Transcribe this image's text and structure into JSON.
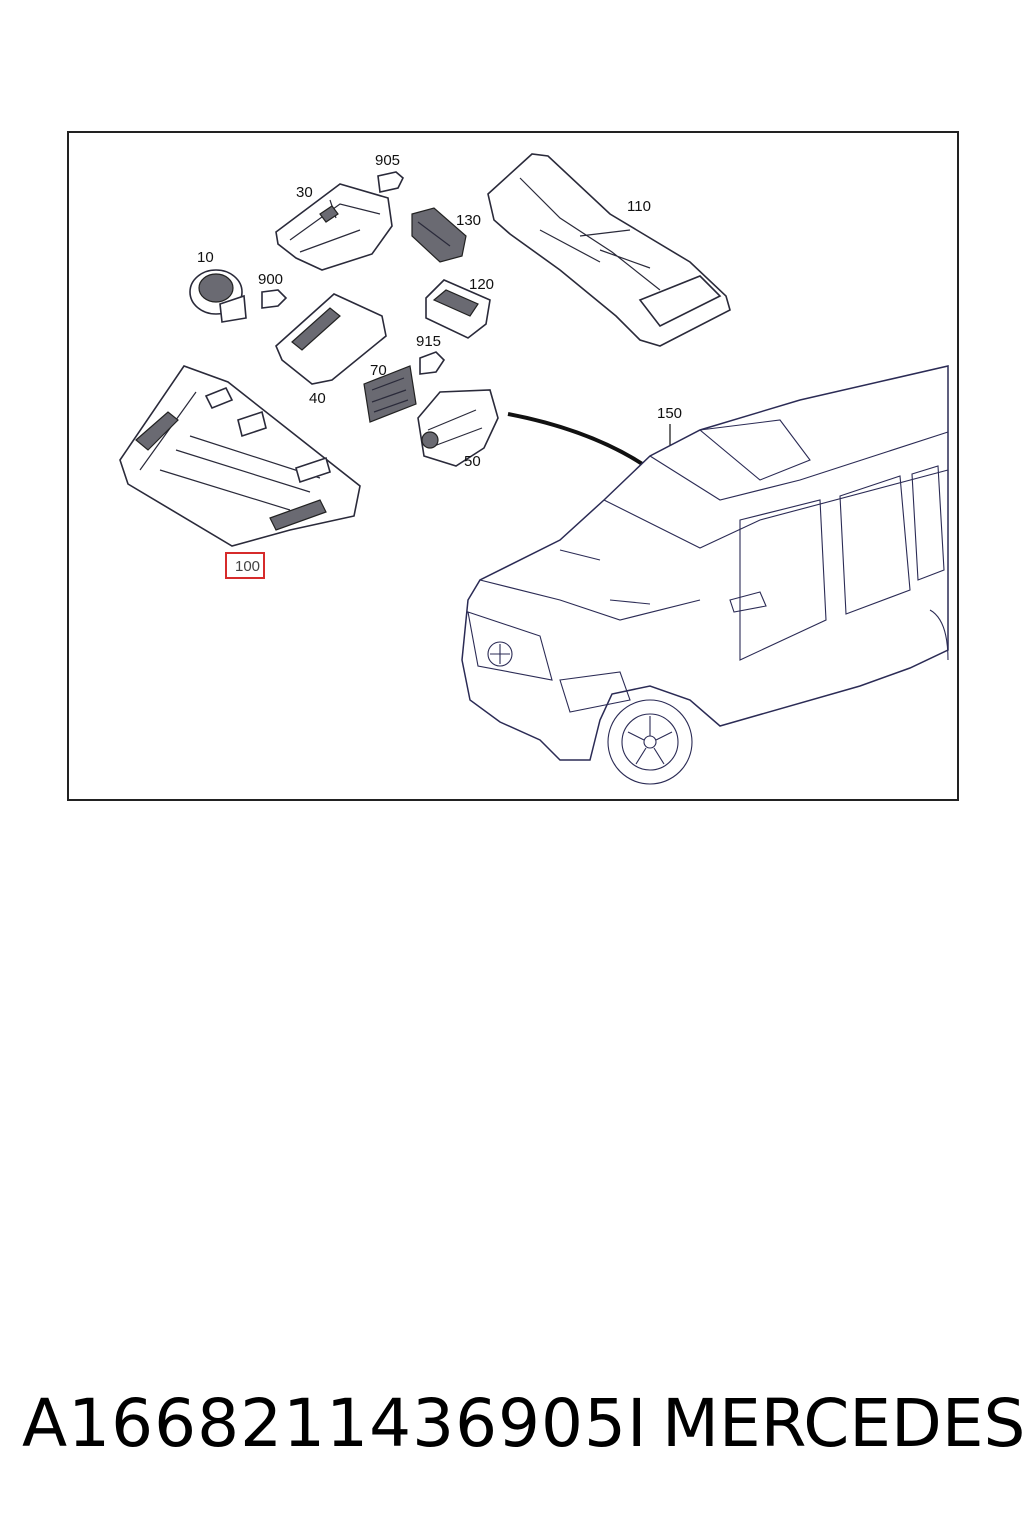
{
  "diagram": {
    "callouts": {
      "c905": "905",
      "c30": "30",
      "c130": "130",
      "c110": "110",
      "c10": "10",
      "c900": "900",
      "c120": "120",
      "c915": "915",
      "c40": "40",
      "c70": "70",
      "c150": "150",
      "c50": "50",
      "c100": "100"
    },
    "highlight_color": "#d62b2b"
  },
  "footer": {
    "part_number": "A1668211436905I",
    "brand": "MERCEDES"
  }
}
